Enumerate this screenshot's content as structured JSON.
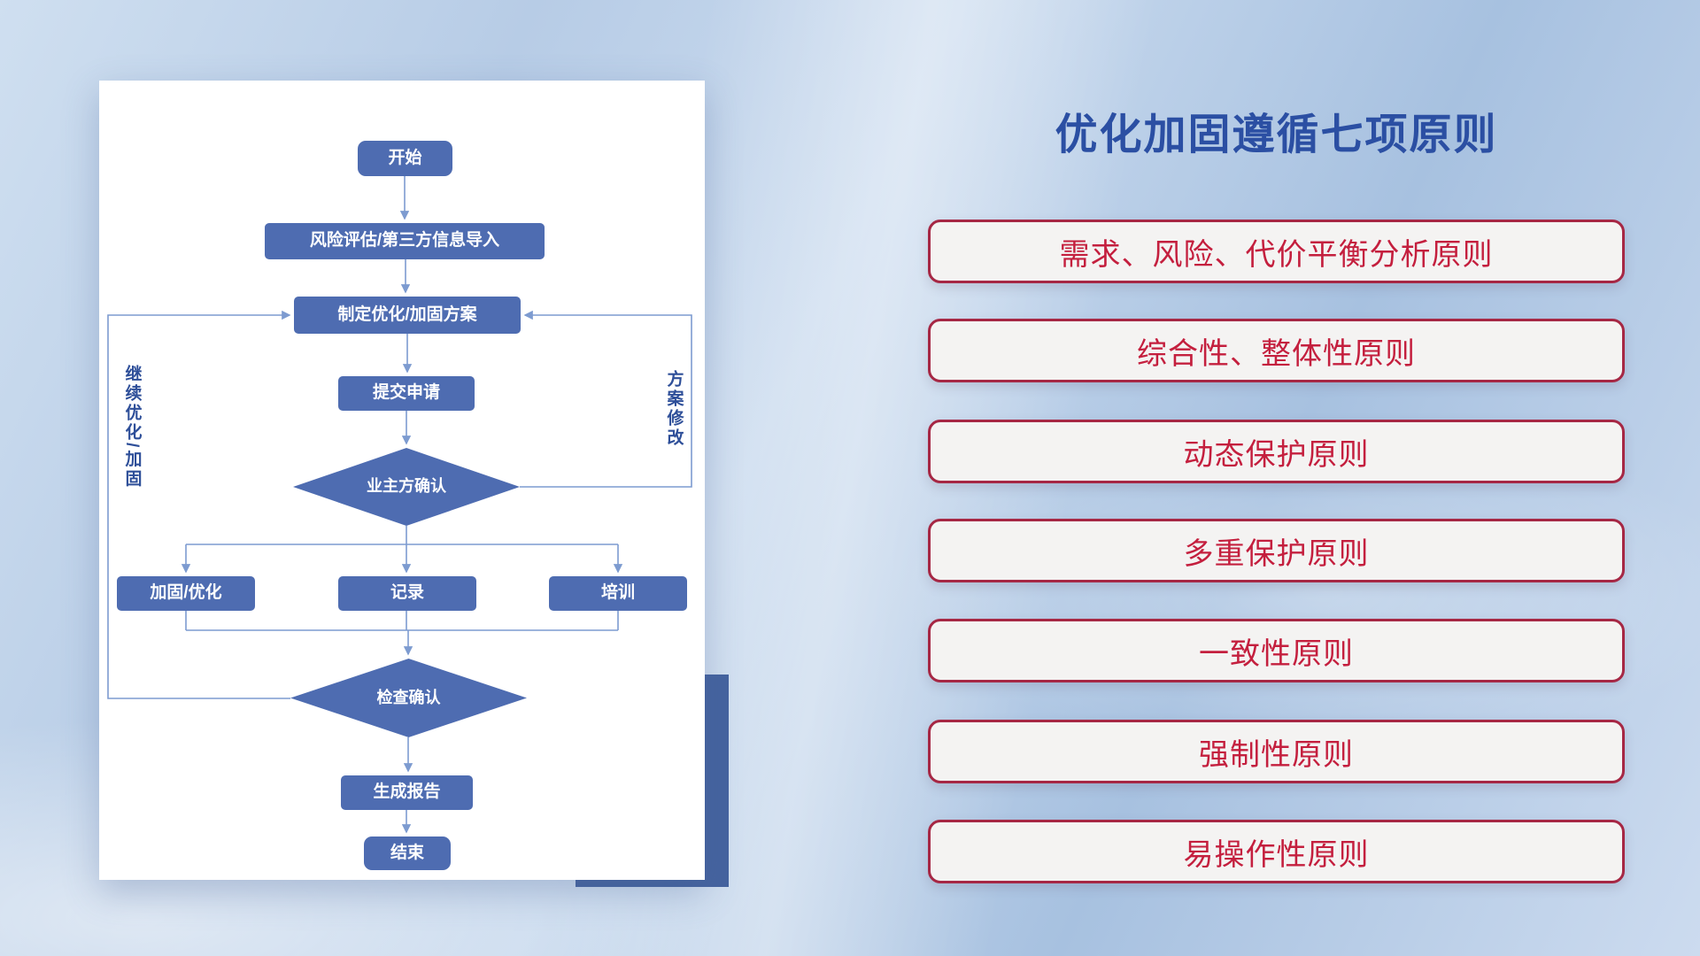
{
  "title": "优化加固遵循七项原则",
  "principles": [
    "需求、风险、代价平衡分析原则",
    "综合性、整体性原则",
    "动态保护原则",
    "多重保护原则",
    "一致性原则",
    "强制性原则",
    "易操作性原则"
  ],
  "flowchart": {
    "start": "开始",
    "risk_import": "风险评估/第三方信息导入",
    "make_plan": "制定优化/加固方案",
    "submit": "提交申请",
    "owner_confirm": "业主方确认",
    "harden": "加固/优化",
    "record": "记录",
    "train": "培训",
    "check_confirm": "检查确认",
    "report": "生成报告",
    "end": "结束",
    "left_loop_label": "继续优化/加固",
    "right_loop_label": "方案修改"
  },
  "colors": {
    "node_fill": "#4e6cb1",
    "connector": "#7d9bd0",
    "title_text": "#2b4fa3",
    "principle_text": "#c41f3e",
    "principle_border": "#a62744",
    "accent_block": "#45639f"
  }
}
